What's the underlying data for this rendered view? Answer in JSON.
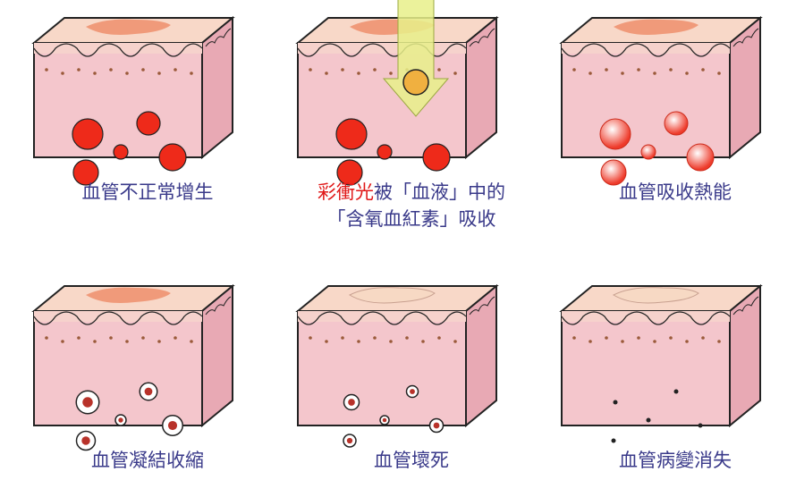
{
  "panels": [
    {
      "id": "proliferation",
      "caption_lines": [
        {
          "highlight": "",
          "text": "血管不正常增生"
        }
      ]
    },
    {
      "id": "absorption",
      "caption_lines": [
        {
          "highlight": "彩衝光",
          "text": "被「血液」中的"
        },
        {
          "highlight": "",
          "text": "「含氧血紅素」吸收"
        }
      ]
    },
    {
      "id": "heat",
      "caption_lines": [
        {
          "highlight": "",
          "text": "血管吸收熱能"
        }
      ]
    },
    {
      "id": "coagulation",
      "caption_lines": [
        {
          "highlight": "",
          "text": "血管凝結收縮"
        }
      ]
    },
    {
      "id": "necrosis",
      "caption_lines": [
        {
          "highlight": "",
          "text": "血管壞死"
        }
      ]
    },
    {
      "id": "disappear",
      "caption_lines": [
        {
          "highlight": "",
          "text": "血管病變消失"
        }
      ]
    }
  ],
  "colors": {
    "skin_face": "#f4c6cc",
    "skin_side": "#e8a9b4",
    "epidermis_top": "#f8d8c8",
    "vessel": "#ee2a1a",
    "outline": "#222222",
    "caption": "#3a3a8a",
    "highlight": "#e01818",
    "light_beam": "#e8f08a"
  }
}
